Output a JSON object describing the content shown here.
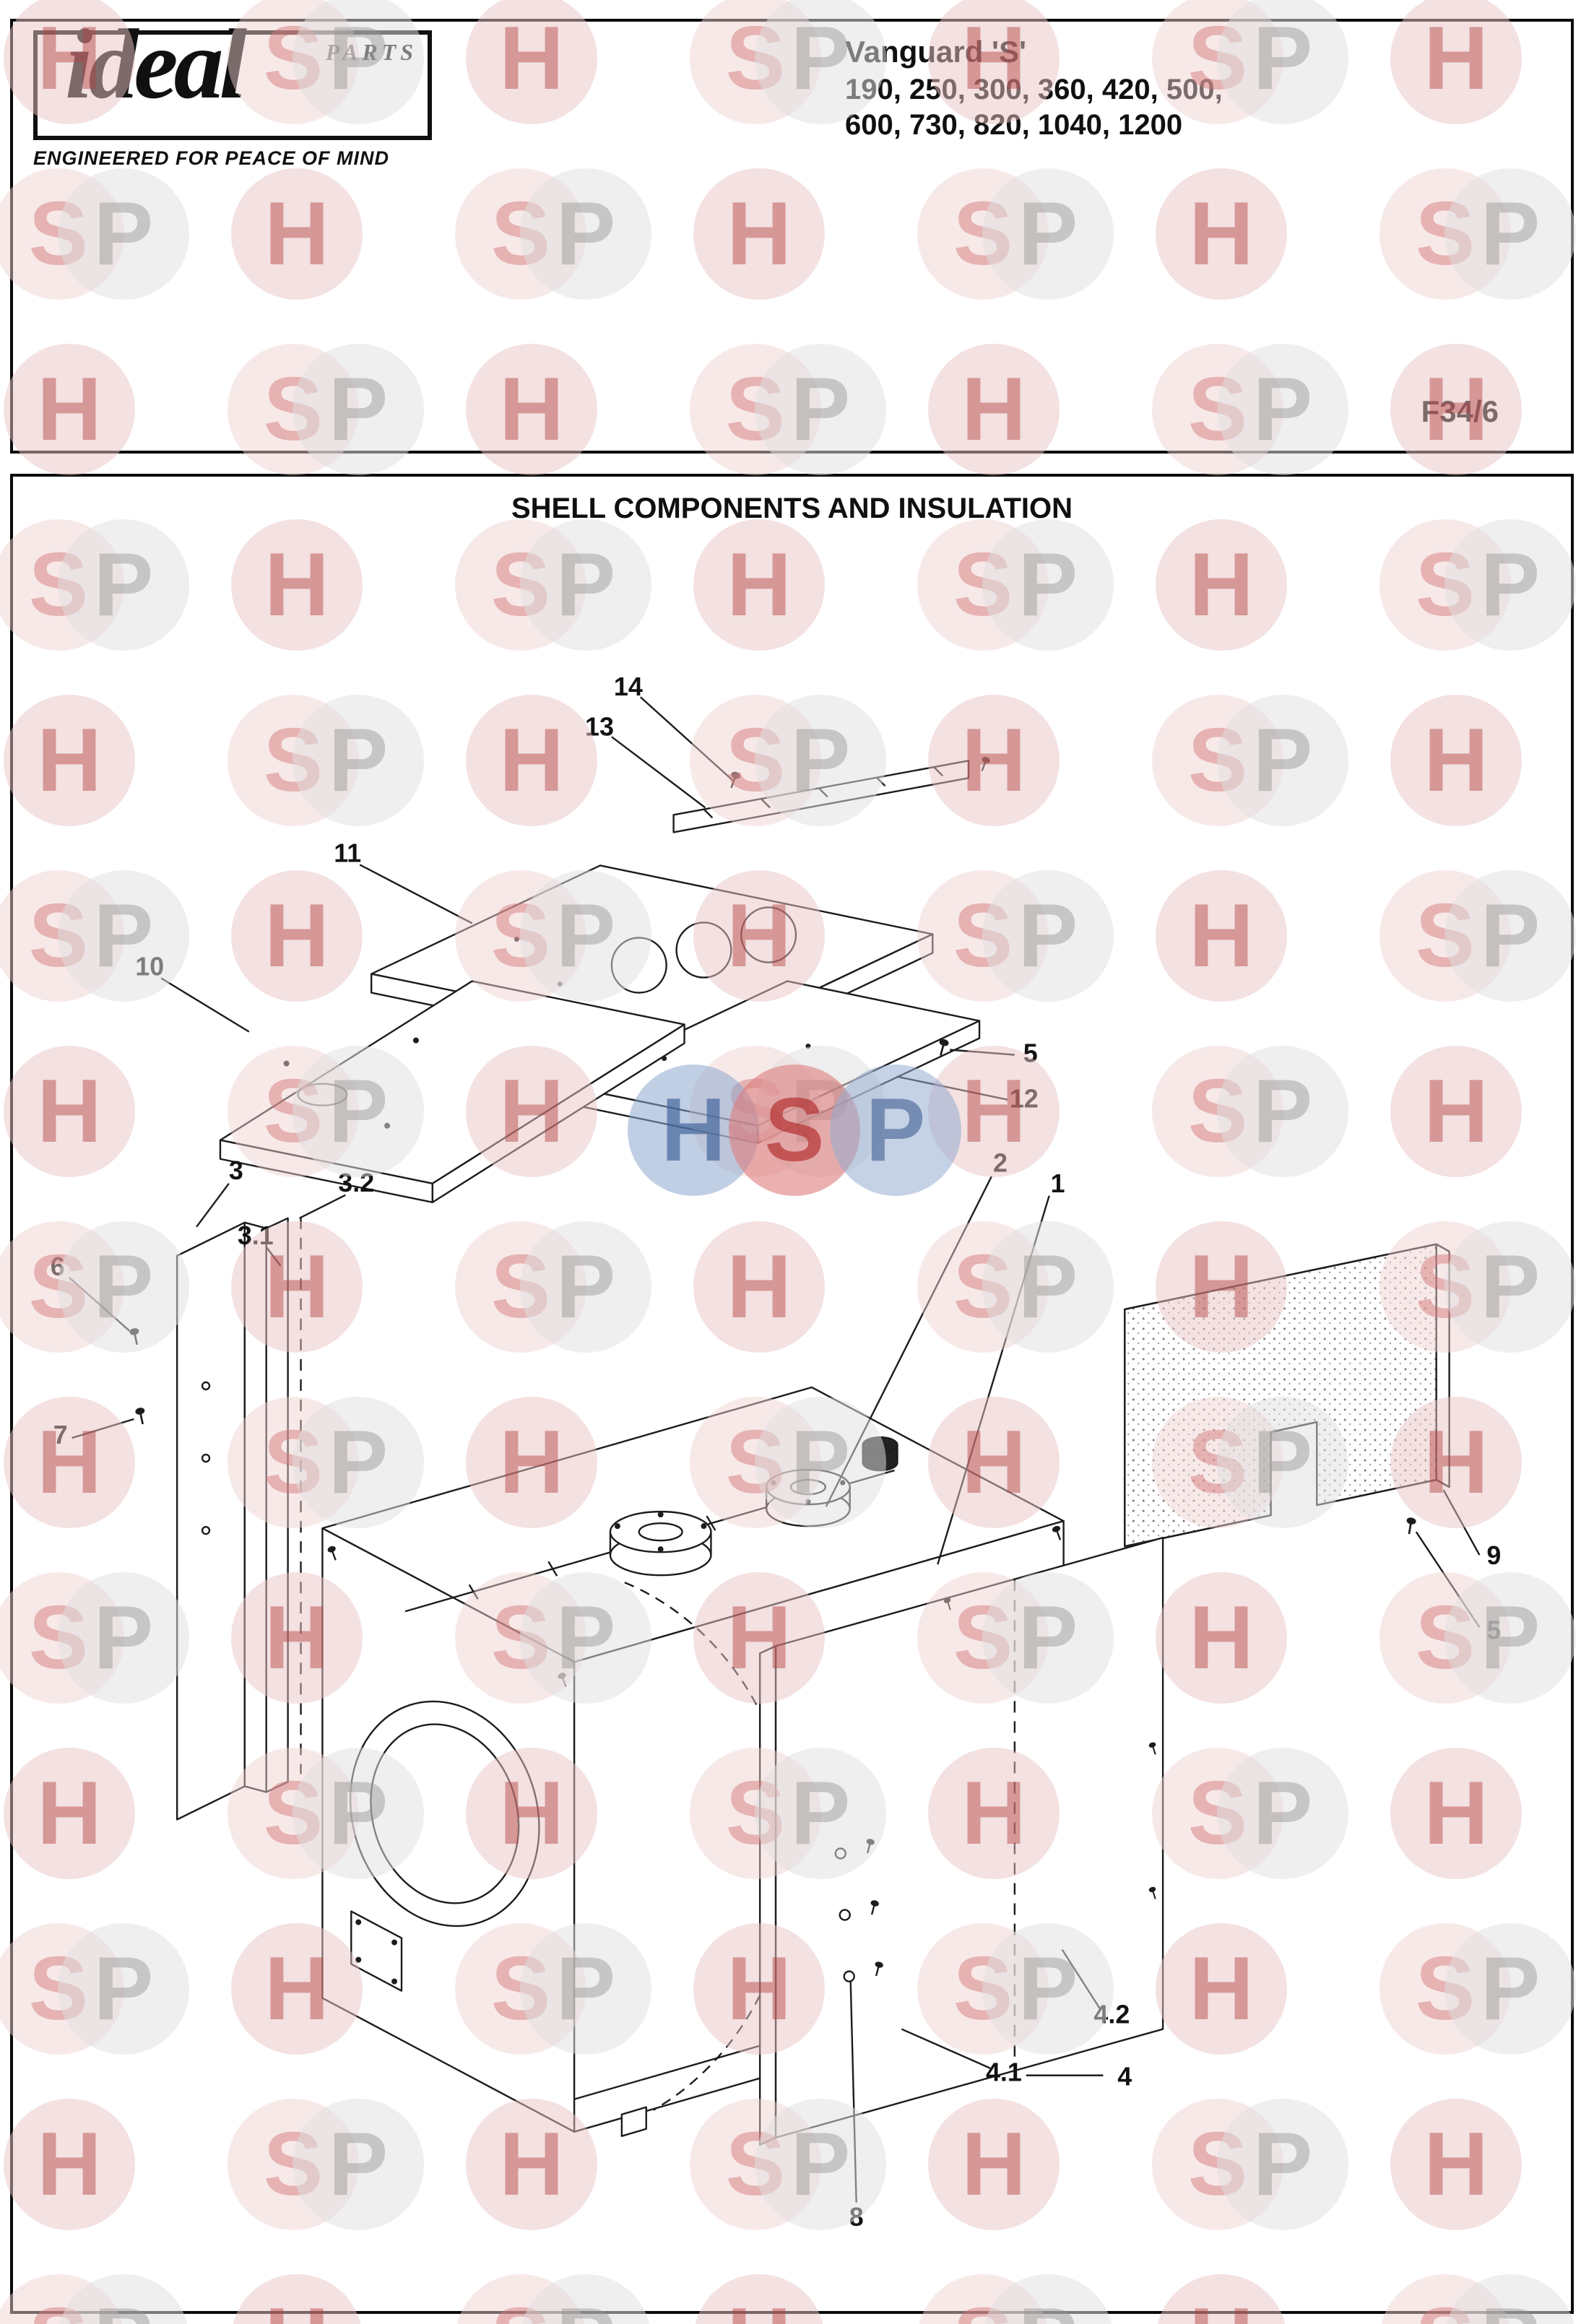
{
  "header": {
    "logo": {
      "brand": "ideal",
      "parts_label": "PARTS",
      "tagline": "ENGINEERED FOR PEACE OF MIND"
    },
    "model": {
      "name": "Vanguard 'S'",
      "line1": "190, 250, 300, 360, 420, 500,",
      "line2": "600, 730, 820, 1040, 1200"
    },
    "page_ref": "F34/6"
  },
  "diagram": {
    "title": "SHELL COMPONENTS AND INSULATION",
    "parts": {
      "p1": "1",
      "p2": "2",
      "p3": "3",
      "p3_1": "3.1",
      "p3_2": "3.2",
      "p4": "4",
      "p4_1": "4.1",
      "p4_2": "4.2",
      "p5": "5",
      "p6": "6",
      "p7": "7",
      "p8": "8",
      "p9": "9",
      "p10": "10",
      "p11": "11",
      "p12": "12",
      "p13": "13",
      "p14": "14"
    }
  },
  "watermark": {
    "letters": [
      "H",
      "S",
      "P"
    ],
    "colors": {
      "h": "#b23e3e",
      "s": "#d47878",
      "p": "#949494",
      "center_blue": "#3a5f96",
      "center_red": "#b43232"
    }
  }
}
